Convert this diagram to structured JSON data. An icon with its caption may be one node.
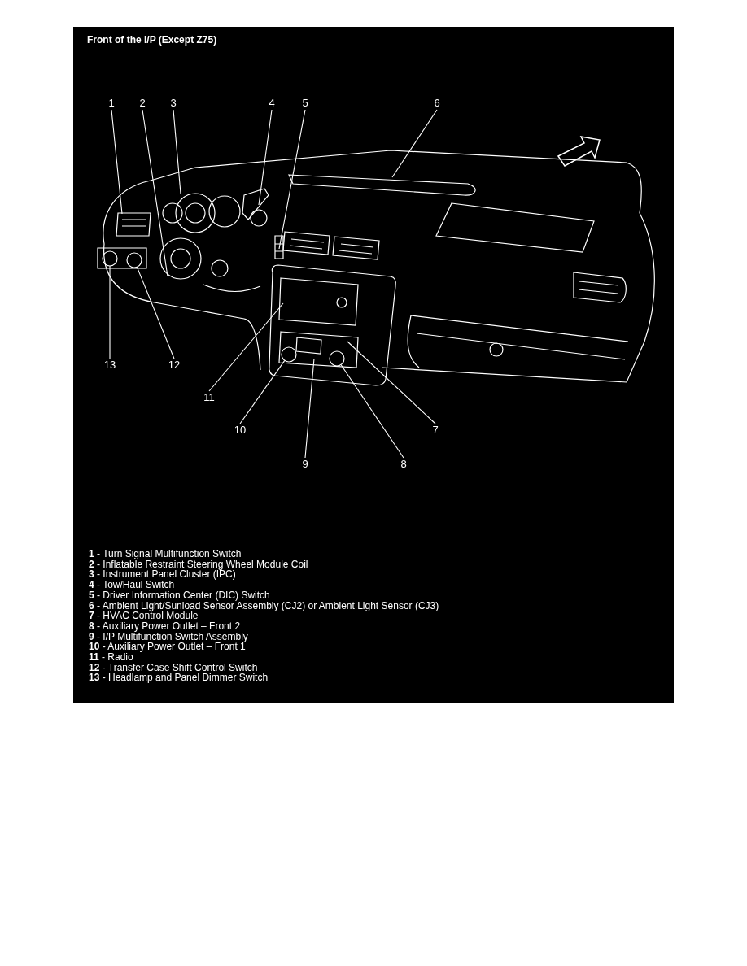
{
  "diagram": {
    "title": "Front of the I/P (Except Z75)",
    "nodes": [
      {
        "text": [
          "1"
        ]
      },
      {
        "text": [
          "2"
        ]
      },
      {
        "text": [
          "3"
        ]
      },
      {
        "text": [
          "4"
        ]
      },
      {
        "text": [
          "5"
        ]
      },
      {
        "text": [
          "6"
        ]
      },
      {
        "text": [
          "13"
        ]
      },
      {
        "text": [
          "12"
        ]
      },
      {
        "text": [
          "11"
        ]
      },
      {
        "text": [
          "10"
        ]
      },
      {
        "text": [
          "7"
        ]
      },
      {
        "text": [
          "9"
        ]
      },
      {
        "text": [
          "8"
        ]
      },
      {
        "text": [],
        "shape": "circle"
      },
      {
        "text": [],
        "shape": "circle"
      },
      {
        "text": [],
        "shape": "circle"
      },
      {
        "text": [],
        "shape": "circle"
      }
    ],
    "edges": [
      {
        "from": 0,
        "to": null,
        "arrow": "none"
      },
      {
        "from": 1,
        "to": null,
        "arrow": "none"
      },
      {
        "from": 2,
        "to": null,
        "arrow": "none"
      },
      {
        "from": 3,
        "to": null,
        "arrow": "none"
      },
      {
        "from": 4,
        "to": null,
        "arrow": "none"
      },
      {
        "from": 5,
        "to": null,
        "arrow": "none"
      },
      {
        "from": 6,
        "to": 13,
        "arrow": "none"
      },
      {
        "from": 7,
        "to": 14,
        "arrow": "none"
      },
      {
        "from": 8,
        "to": null,
        "arrow": "none"
      },
      {
        "from": 9,
        "to": 15,
        "arrow": "none"
      },
      {
        "from": 10,
        "to": null,
        "arrow": "none"
      },
      {
        "from": 11,
        "to": null,
        "arrow": "none"
      },
      {
        "from": 12,
        "to": 16,
        "arrow": "none"
      }
    ],
    "labels": [
      "**1** - Turn Signal Multifunction Switch",
      "**2** - Inflatable Restraint Steering Wheel Module Coil",
      "**3** - Instrument Panel Cluster (IPC)",
      "**4** - Tow/Haul Switch",
      "**5** - Driver Information Center (DIC) Switch",
      "**6** - Ambient Light/Sunload Sensor Assembly (CJ2) or Ambient Light Sensor (CJ3)",
      "**7** - HVAC Control Module",
      "**8** - Auxiliary Power Outlet – Front 2",
      "**9** - I/P Multifunction Switch Assembly",
      "**10** - Auxiliary Power Outlet – Front 1",
      "**11** - Radio",
      "**12** - Transfer Case Shift Control Switch",
      "**13** - Headlamp and Panel Dimmer Switch"
    ]
  }
}
